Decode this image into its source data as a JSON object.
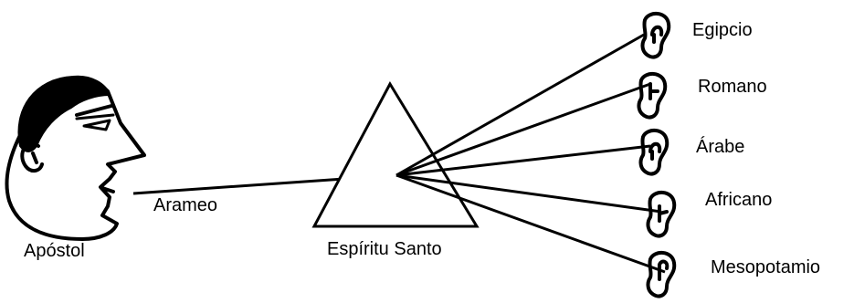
{
  "labels": {
    "speaker": "Apóstol",
    "spoken_language": "Arameo",
    "prism": "Espíritu Santo"
  },
  "listeners": [
    {
      "label": "Egipcio"
    },
    {
      "label": "Romano"
    },
    {
      "label": "Árabe"
    },
    {
      "label": "Africano"
    },
    {
      "label": "Mesopotamio"
    }
  ]
}
